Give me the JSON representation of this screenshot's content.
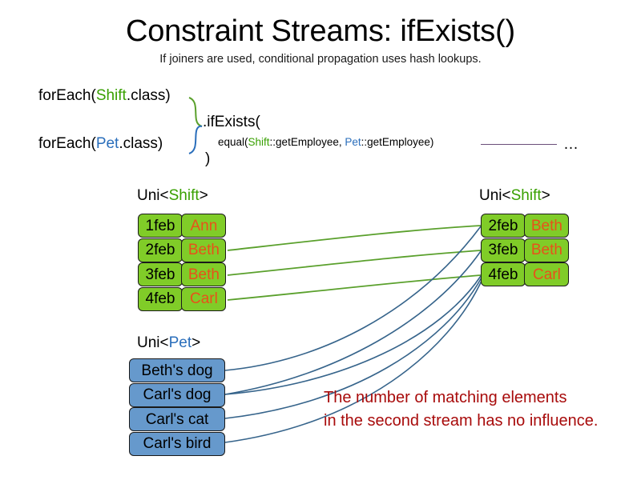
{
  "slide": {
    "title": "Constraint Streams: ifExists()",
    "subtitle": "If joiners are used, conditional propagation uses hash lookups."
  },
  "code": {
    "foreach_shift": {
      "prefix": "forEach(",
      "type": "Shift",
      "suffix": ".class)"
    },
    "foreach_pet": {
      "prefix": "forEach(",
      "type": "Pet",
      "suffix": ".class)"
    },
    "ifexists": ".ifExists(",
    "equal": {
      "prefix": "equal(",
      "type_a": "Shift",
      "mid": "::getEmployee, ",
      "type_b": "Pet",
      "suffix": "::getEmployee)"
    },
    "close_paren": ")",
    "ellipsis": "…"
  },
  "streams": {
    "left_shift": {
      "caption_prefix": "Uni<",
      "caption_type": "Shift",
      "caption_suffix": ">",
      "rows": [
        {
          "date": "1feb",
          "name": "Ann"
        },
        {
          "date": "2feb",
          "name": "Beth"
        },
        {
          "date": "3feb",
          "name": "Beth"
        },
        {
          "date": "4feb",
          "name": "Carl"
        }
      ]
    },
    "right_shift": {
      "caption_prefix": "Uni<",
      "caption_type": "Shift",
      "caption_suffix": ">",
      "rows": [
        {
          "date": "2feb",
          "name": "Beth"
        },
        {
          "date": "3feb",
          "name": "Beth"
        },
        {
          "date": "4feb",
          "name": "Carl"
        }
      ]
    },
    "pet": {
      "caption_prefix": "Uni<",
      "caption_type": "Pet",
      "caption_suffix": ">",
      "rows": [
        {
          "label": "Beth's dog"
        },
        {
          "label": "Carl's dog"
        },
        {
          "label": "Carl's cat"
        },
        {
          "label": "Carl's bird"
        }
      ]
    }
  },
  "annotation": {
    "line1": "The number of matching elements",
    "line2": "in the second stream has no influence."
  },
  "colors": {
    "shift_fill": "#80cc28",
    "shift_name_text": "#e8511a",
    "pet_fill": "#6699cc",
    "shift_type_text": "#38a000",
    "pet_type_text": "#2a6ebb",
    "annotation_text": "#a80b0b",
    "green_connector": "#5aa02c",
    "blue_connector": "#36648b",
    "equal_line": "#6b4f7a",
    "box_border": "#1a1a1a"
  }
}
